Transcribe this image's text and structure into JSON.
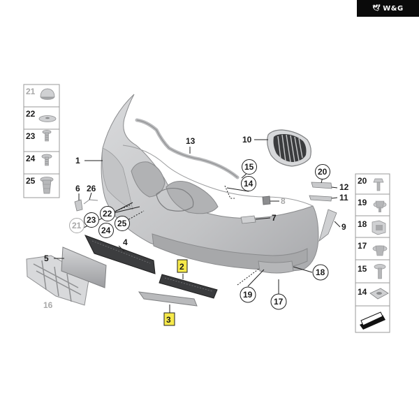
{
  "brand": {
    "logo_text": "W&G",
    "logo_mark": "wing-mark"
  },
  "colors": {
    "highlight": "#f6e94a",
    "part": "#c9cacc",
    "part_dark": "#7d7e80",
    "line": "#222222"
  },
  "left_legend": [
    {
      "n": "21",
      "grey": true
    },
    {
      "n": "22",
      "grey": false
    },
    {
      "n": "23",
      "grey": false
    },
    {
      "n": "24",
      "grey": false
    },
    {
      "n": "25",
      "grey": false
    }
  ],
  "right_legend": [
    {
      "n": "20"
    },
    {
      "n": "19"
    },
    {
      "n": "18"
    },
    {
      "n": "17"
    },
    {
      "n": "15"
    },
    {
      "n": "14"
    }
  ],
  "callouts": {
    "p1": "1",
    "p2": "2",
    "p3": "3",
    "p4": "4",
    "p5": "5",
    "p6": "6",
    "p7": "7",
    "p8": "8",
    "p9": "9",
    "p10": "10",
    "p11": "11",
    "p12": "12",
    "p13": "13",
    "p14": "14",
    "p15": "15",
    "p16": "16",
    "p17": "17",
    "p18": "18",
    "p19": "19",
    "p20": "20",
    "p21": "21",
    "p22": "22",
    "p23": "23",
    "p24": "24",
    "p25": "25",
    "p26": "26"
  }
}
